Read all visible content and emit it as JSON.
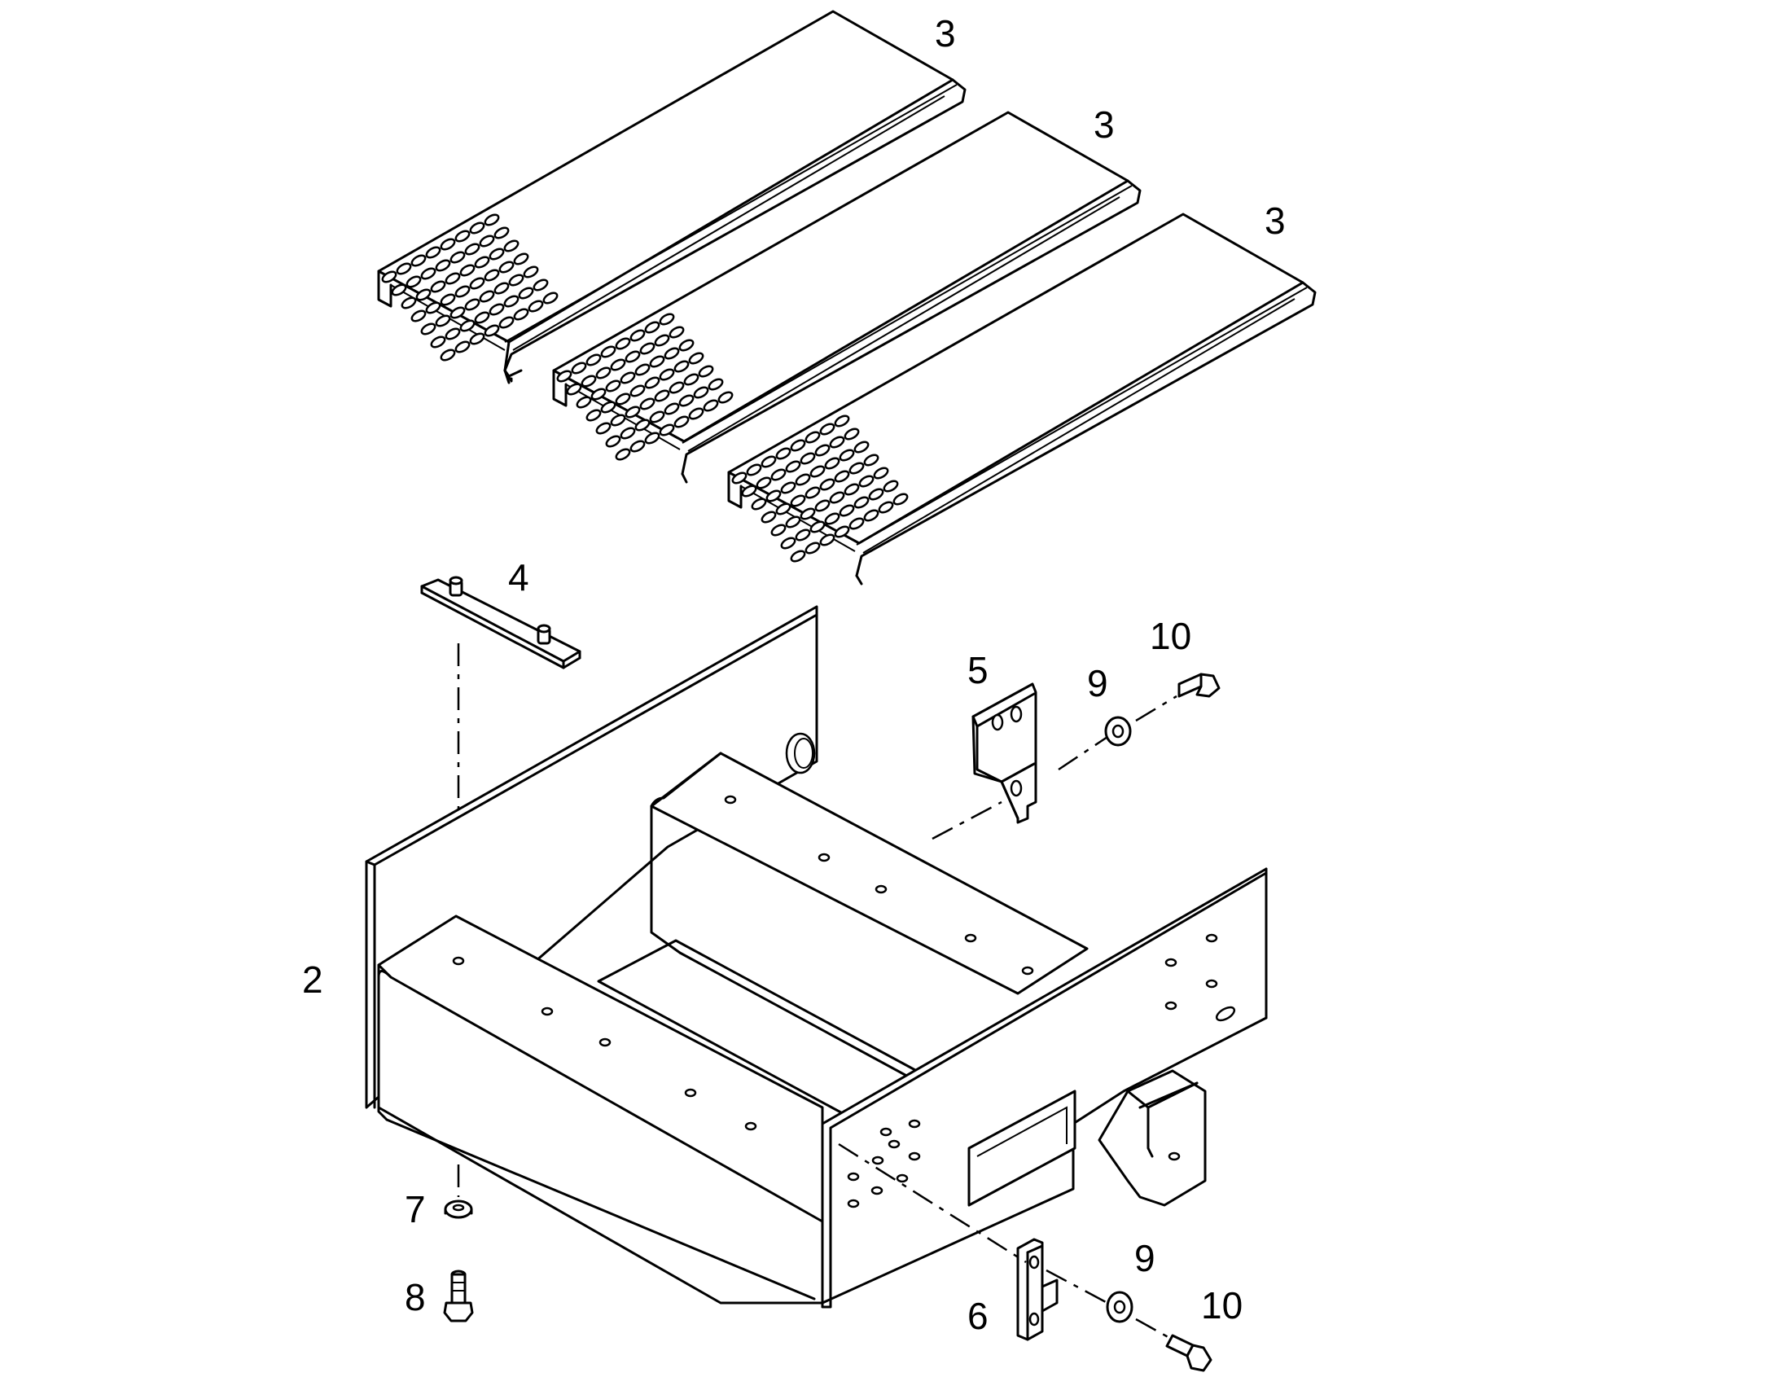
{
  "labels": {
    "step_top": "3",
    "step_middle": "3",
    "step_bottom": "3",
    "plate": "4",
    "bracket_upper": "5",
    "washer_upper": "9",
    "bolt_upper": "10",
    "frame": "2",
    "washer_left": "7",
    "bolt_left": "8",
    "bracket_lower": "6",
    "washer_lower": "9",
    "bolt_lower": "10"
  }
}
